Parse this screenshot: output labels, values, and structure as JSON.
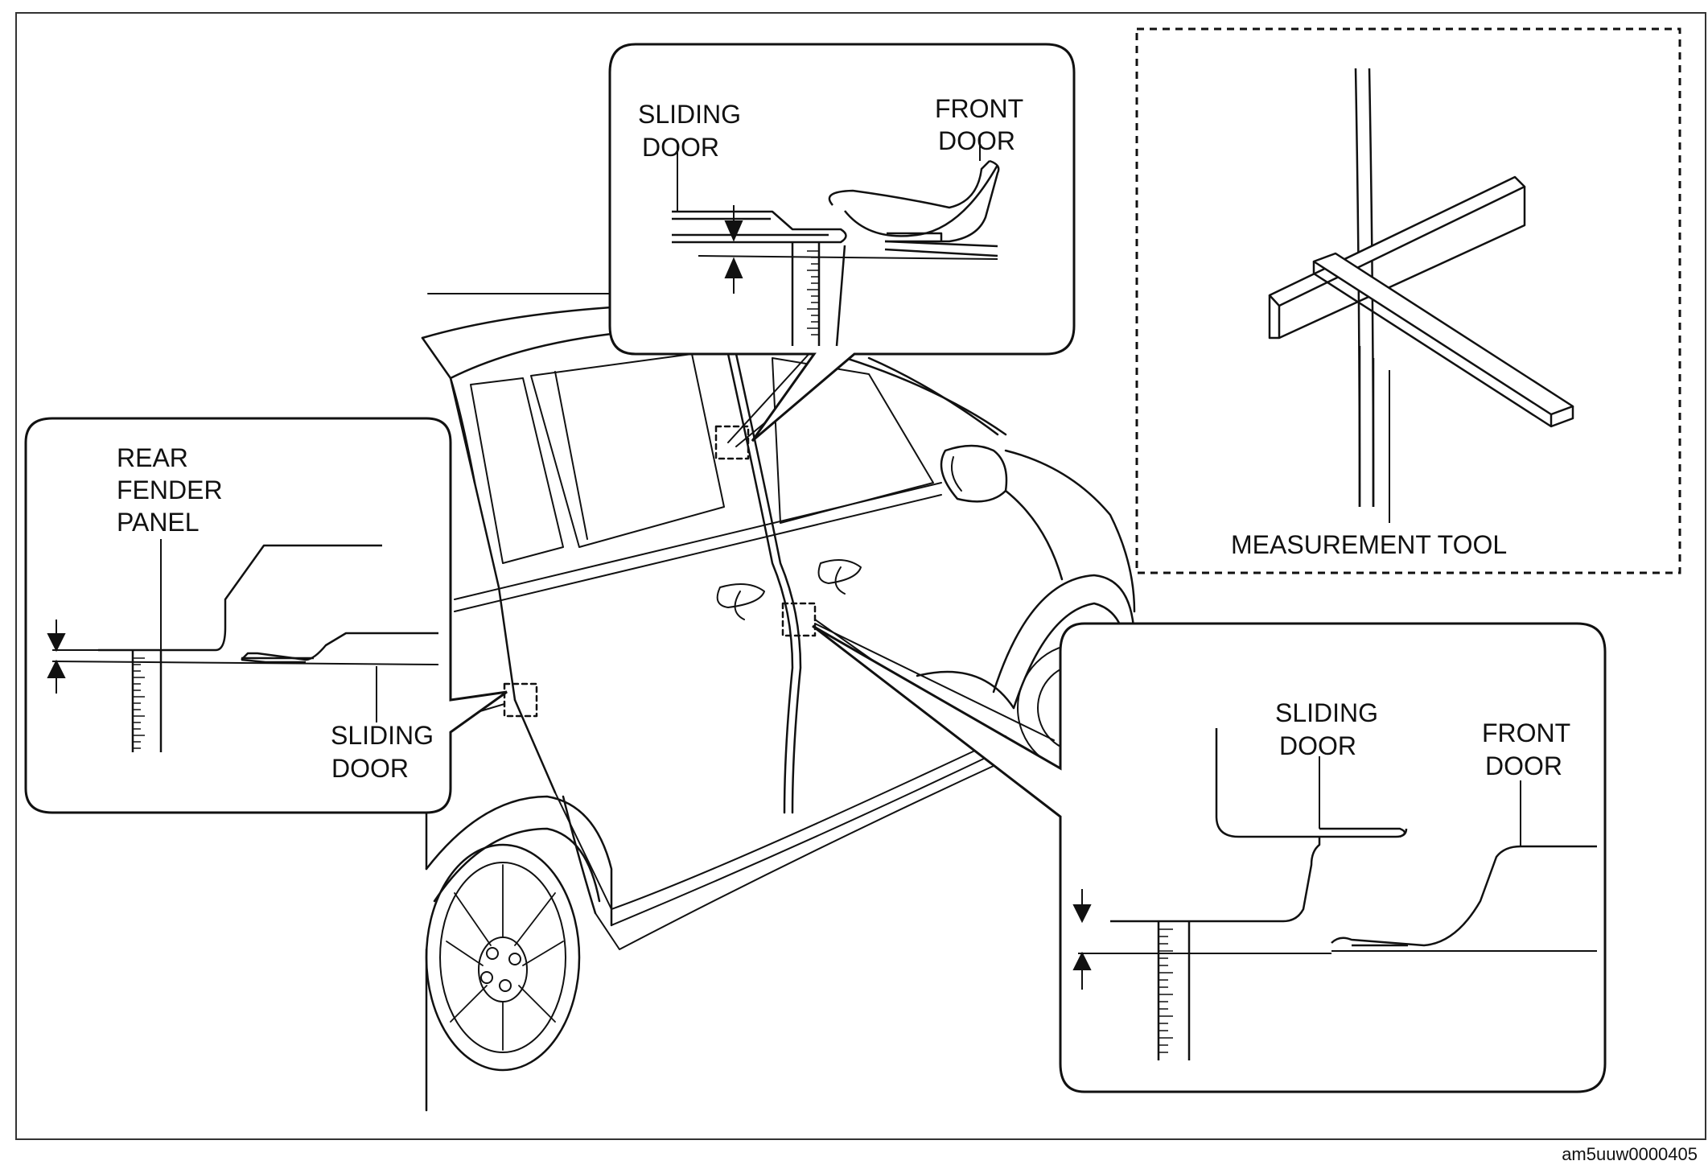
{
  "diagram": {
    "figure_code": "am5uuw0000405",
    "callout_center_top": {
      "sliding_door": [
        "SLIDING",
        "DOOR"
      ],
      "front_door": [
        "FRONT",
        "DOOR"
      ]
    },
    "callout_left": {
      "rear_fender_panel": [
        "REAR",
        "FENDER",
        "PANEL"
      ],
      "sliding_door": [
        "SLIDING",
        "DOOR"
      ]
    },
    "callout_right_bottom": {
      "sliding_door": [
        "SLIDING",
        "DOOR"
      ],
      "front_door": [
        "FRONT",
        "DOOR"
      ]
    },
    "tool_inset": {
      "label": "MEASUREMENT TOOL"
    }
  }
}
